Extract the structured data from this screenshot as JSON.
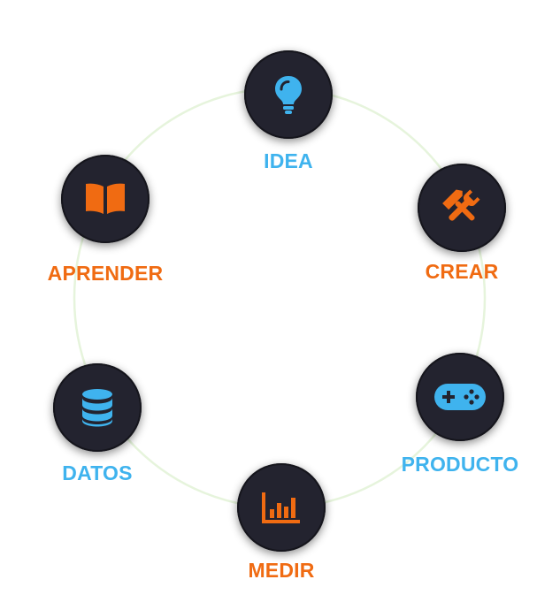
{
  "colors": {
    "orange": "#f06b12",
    "blue": "#3fb3ee",
    "node_bg": "#23232f",
    "ring": "#e6f4dc"
  },
  "nodes": {
    "idea": {
      "label": "IDEA",
      "icon": "lightbulb-icon",
      "color": "#3fb3ee"
    },
    "crear": {
      "label": "CREAR",
      "icon": "tools-icon",
      "color": "#f06b12"
    },
    "producto": {
      "label": "PRODUCTO",
      "icon": "gamepad-icon",
      "color": "#3fb3ee"
    },
    "medir": {
      "label": "MEDIR",
      "icon": "bar-chart-icon",
      "color": "#f06b12"
    },
    "datos": {
      "label": "DATOS",
      "icon": "database-icon",
      "color": "#3fb3ee"
    },
    "aprender": {
      "label": "APRENDER",
      "icon": "book-icon",
      "color": "#f06b12"
    }
  }
}
